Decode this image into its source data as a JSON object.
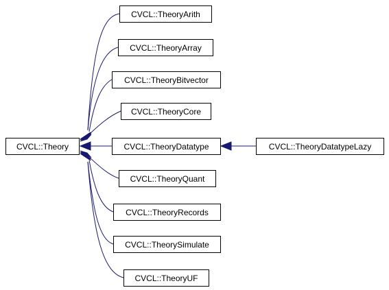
{
  "diagram": {
    "type": "inheritance-graph",
    "colors": {
      "edge": "#191970",
      "node_border": "#000000",
      "node_fill": "#ffffff",
      "text": "#000000"
    },
    "nodes": [
      {
        "id": "theory",
        "label": "CVCL::Theory"
      },
      {
        "id": "arith",
        "label": "CVCL::TheoryArith"
      },
      {
        "id": "array",
        "label": "CVCL::TheoryArray"
      },
      {
        "id": "bitvector",
        "label": "CVCL::TheoryBitvector"
      },
      {
        "id": "core",
        "label": "CVCL::TheoryCore"
      },
      {
        "id": "datatype",
        "label": "CVCL::TheoryDatatype"
      },
      {
        "id": "datatypelazy",
        "label": "CVCL::TheoryDatatypeLazy"
      },
      {
        "id": "quant",
        "label": "CVCL::TheoryQuant"
      },
      {
        "id": "records",
        "label": "CVCL::TheoryRecords"
      },
      {
        "id": "simulate",
        "label": "CVCL::TheorySimulate"
      },
      {
        "id": "uf",
        "label": "CVCL::TheoryUF"
      }
    ],
    "edges": [
      {
        "from": "arith",
        "to": "theory"
      },
      {
        "from": "array",
        "to": "theory"
      },
      {
        "from": "bitvector",
        "to": "theory"
      },
      {
        "from": "core",
        "to": "theory"
      },
      {
        "from": "datatype",
        "to": "theory"
      },
      {
        "from": "quant",
        "to": "theory"
      },
      {
        "from": "records",
        "to": "theory"
      },
      {
        "from": "simulate",
        "to": "theory"
      },
      {
        "from": "uf",
        "to": "theory"
      },
      {
        "from": "datatypelazy",
        "to": "datatype"
      }
    ]
  }
}
